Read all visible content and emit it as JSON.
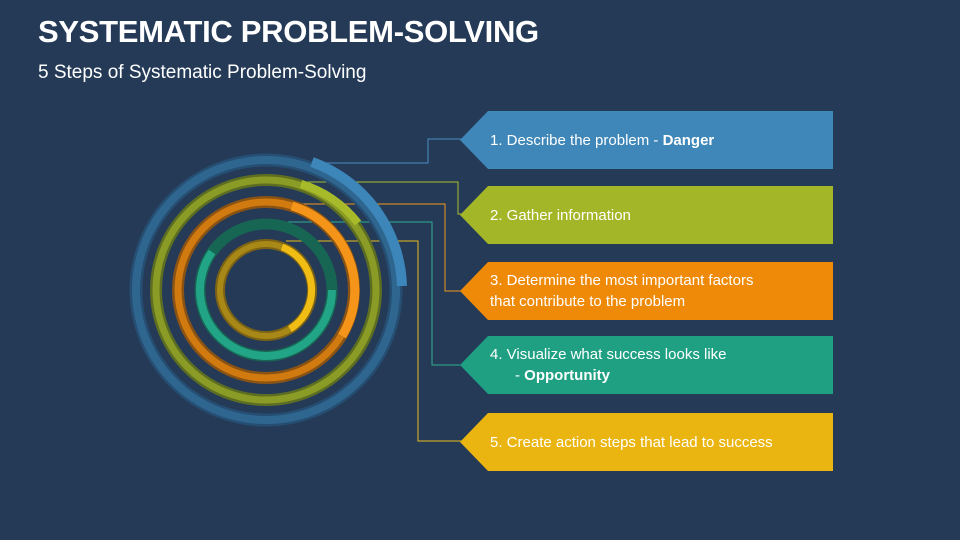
{
  "title": "SYSTEMATIC PROBLEM-SOLVING",
  "subtitle": "5 Steps of Systematic Problem-Solving",
  "steps": [
    {
      "line1": "1. Describe the problem - ",
      "line1_bold": "Danger",
      "color": "#3f87b8"
    },
    {
      "line1": "2. Gather information",
      "color": "#a3b627"
    },
    {
      "line1": "3. Determine the most important factors",
      "line2": "that contribute to the problem",
      "color": "#ef8a08"
    },
    {
      "line1": "4.  Visualize what success looks like",
      "line2": "- ",
      "line2_bold": "Opportunity",
      "color": "#20a083"
    },
    {
      "line1": "5. Create action steps that lead to success",
      "color": "#ebb511"
    }
  ],
  "ring_colors": {
    "ring1": "#3a7fae",
    "ring2": "#9bb02a",
    "ring3": "#e9870c",
    "ring4": "#1f9e84",
    "ring5": "#e6b412"
  }
}
